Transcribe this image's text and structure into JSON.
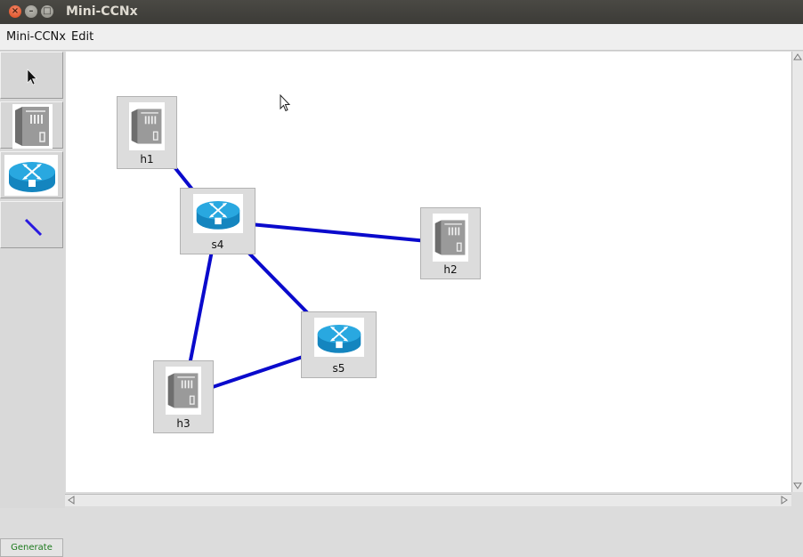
{
  "window": {
    "title": "Mini-CCNx"
  },
  "menu": {
    "items": [
      "Mini-CCNx",
      "Edit"
    ]
  },
  "toolbar": {
    "tools": [
      "select-tool",
      "host-tool",
      "router-tool",
      "link-tool"
    ],
    "generate_label": "Generate"
  },
  "colors": {
    "link": "#0a0acc",
    "router": "#1aa0d8",
    "host": "#8c8c8c"
  },
  "nodes": [
    {
      "id": "h1",
      "label": "h1",
      "type": "host"
    },
    {
      "id": "s4",
      "label": "s4",
      "type": "router"
    },
    {
      "id": "h2",
      "label": "h2",
      "type": "host"
    },
    {
      "id": "s5",
      "label": "s5",
      "type": "router"
    },
    {
      "id": "h3",
      "label": "h3",
      "type": "host"
    }
  ],
  "links": [
    [
      "h1",
      "s4"
    ],
    [
      "s4",
      "h2"
    ],
    [
      "s4",
      "s5"
    ],
    [
      "s4",
      "h3"
    ],
    [
      "h3",
      "s5"
    ]
  ]
}
